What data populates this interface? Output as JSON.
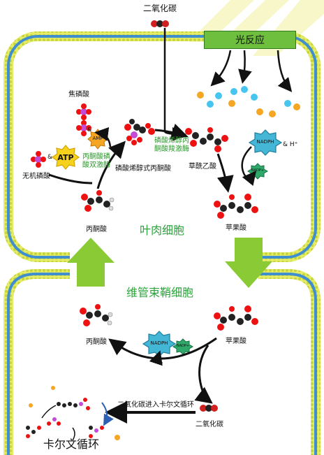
{
  "top_label": "二氧化碳",
  "light_reaction": "光反应",
  "pyrophosphate": "焦磷酸",
  "amp": "AMP",
  "atp": "ATP",
  "pi": "无机磷酸",
  "ppdk_enzyme": "丙酮酸磷酸双激酶",
  "pep_enzyme": "磷酸烯醇丙酮酸羧激酶",
  "pep": "磷酸烯醇式丙酮酸",
  "oxaloacetate": "草酰乙酸",
  "nadph": "NADPH",
  "h_plus": "& H⁺",
  "nadp": "NADP+",
  "pyruvate_top": "丙酮酸",
  "malate_top": "苹果酸",
  "mesophyll": "叶肉细胞",
  "bundle_sheath": "维管束鞘细胞",
  "pyruvate_bottom": "丙酮酸",
  "malate_bottom": "苹果酸",
  "nadph_bottom": "NADPH",
  "nadp_bottom": "NADP+",
  "co2_enter": "二氧化碳进入卡尔文循环",
  "co2_bottom": "二氧化碳",
  "calvin": "卡尔文循环",
  "amp_and": "&",
  "atp_and": "&",
  "colors": {
    "membrane_blue": "#3f8fcf",
    "membrane_yellow": "#e4ec6a",
    "arrow_green": "#8acb35",
    "light_box": "#6fbf3e",
    "label_green": "#2aa33a"
  }
}
